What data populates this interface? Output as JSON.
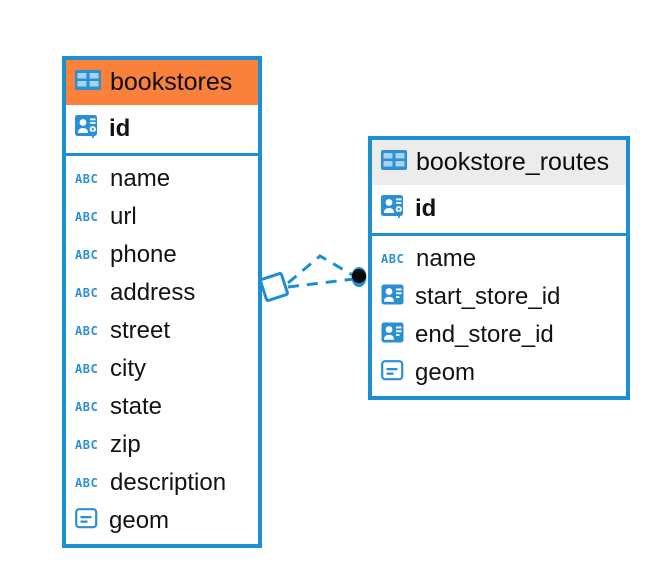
{
  "diagram": {
    "type": "entity-relationship-diagram",
    "background": "#ffffff",
    "colors": {
      "border_blue": "#1b8fd2",
      "icon_blue": "#2b8fd4",
      "header_orange": "#f9813a",
      "header_gray": "#ececec",
      "text": "#131313",
      "connector": "#1b8fd2",
      "endpoint_dot": "#000000"
    },
    "tables": [
      {
        "name": "bookstores",
        "header_style": "orange",
        "header_icon": "table-grid-icon",
        "primary_keys": [
          {
            "label": "id",
            "icon": "primary-key-icon"
          }
        ],
        "columns": [
          {
            "label": "name",
            "icon": "abc-text-icon"
          },
          {
            "label": "url",
            "icon": "abc-text-icon"
          },
          {
            "label": "phone",
            "icon": "abc-text-icon"
          },
          {
            "label": "address",
            "icon": "abc-text-icon"
          },
          {
            "label": "street",
            "icon": "abc-text-icon"
          },
          {
            "label": "city",
            "icon": "abc-text-icon"
          },
          {
            "label": "state",
            "icon": "abc-text-icon"
          },
          {
            "label": "zip",
            "icon": "abc-text-icon"
          },
          {
            "label": "description",
            "icon": "abc-text-icon"
          },
          {
            "label": "geom",
            "icon": "geometry-icon"
          }
        ]
      },
      {
        "name": "bookstore_routes",
        "header_style": "gray",
        "header_icon": "table-grid-icon",
        "primary_keys": [
          {
            "label": "id",
            "icon": "primary-key-icon"
          }
        ],
        "columns": [
          {
            "label": "name",
            "icon": "abc-text-icon"
          },
          {
            "label": "start_store_id",
            "icon": "foreign-key-icon"
          },
          {
            "label": "end_store_id",
            "icon": "foreign-key-icon"
          },
          {
            "label": "geom",
            "icon": "geometry-icon"
          }
        ]
      }
    ],
    "relationships": [
      {
        "from_table": "bookstores",
        "to_table": "bookstore_routes",
        "from_marker": "diamond-many-icon",
        "to_marker": "filled-dot-icon",
        "line_style": "dashed",
        "branches": 2
      }
    ]
  }
}
